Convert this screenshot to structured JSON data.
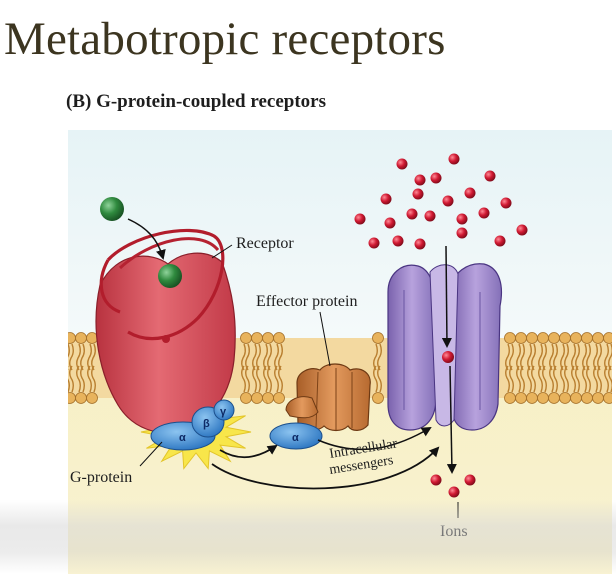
{
  "slide": {
    "title": "Metabotropic receptors",
    "subtitle": "(B)  G-protein-coupled receptors"
  },
  "labels": {
    "receptor": "Receptor",
    "effector": "Effector protein",
    "gprotein": "G-protein",
    "intracellular": "Intracellular",
    "messengers": "messengers",
    "ions": "Ions"
  },
  "subunits": {
    "alpha": "α",
    "beta": "β",
    "gamma": "γ",
    "alpha_effector": "α"
  },
  "colors": {
    "title_text": "#3c3520",
    "background_sky": "#eef6f8",
    "cytoplasm": "#f6efc6",
    "membrane_head": "#e8b86a",
    "membrane_tail": "#c98f3a",
    "receptor_fill": "#d94f5c",
    "ligand": "#2e7d3b",
    "ion": "#c0142c",
    "channel_fill": "#9c84c9",
    "effector_fill": "#c77a3c",
    "gprotein_fill": "#3f8fd4",
    "starburst": "#f8e64a"
  }
}
